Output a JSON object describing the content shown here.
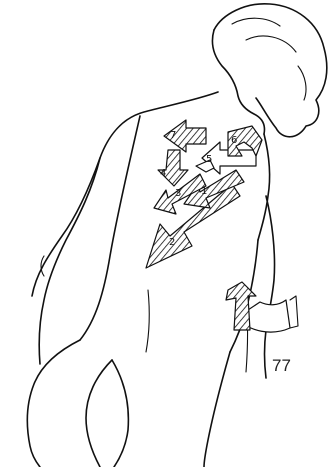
{
  "figure": {
    "page_number": "77",
    "arrow_labels": {
      "a1": "1",
      "a2": "2",
      "a3": "3",
      "a4": "4",
      "a5": "5",
      "a6": "6",
      "a7": "7"
    }
  }
}
